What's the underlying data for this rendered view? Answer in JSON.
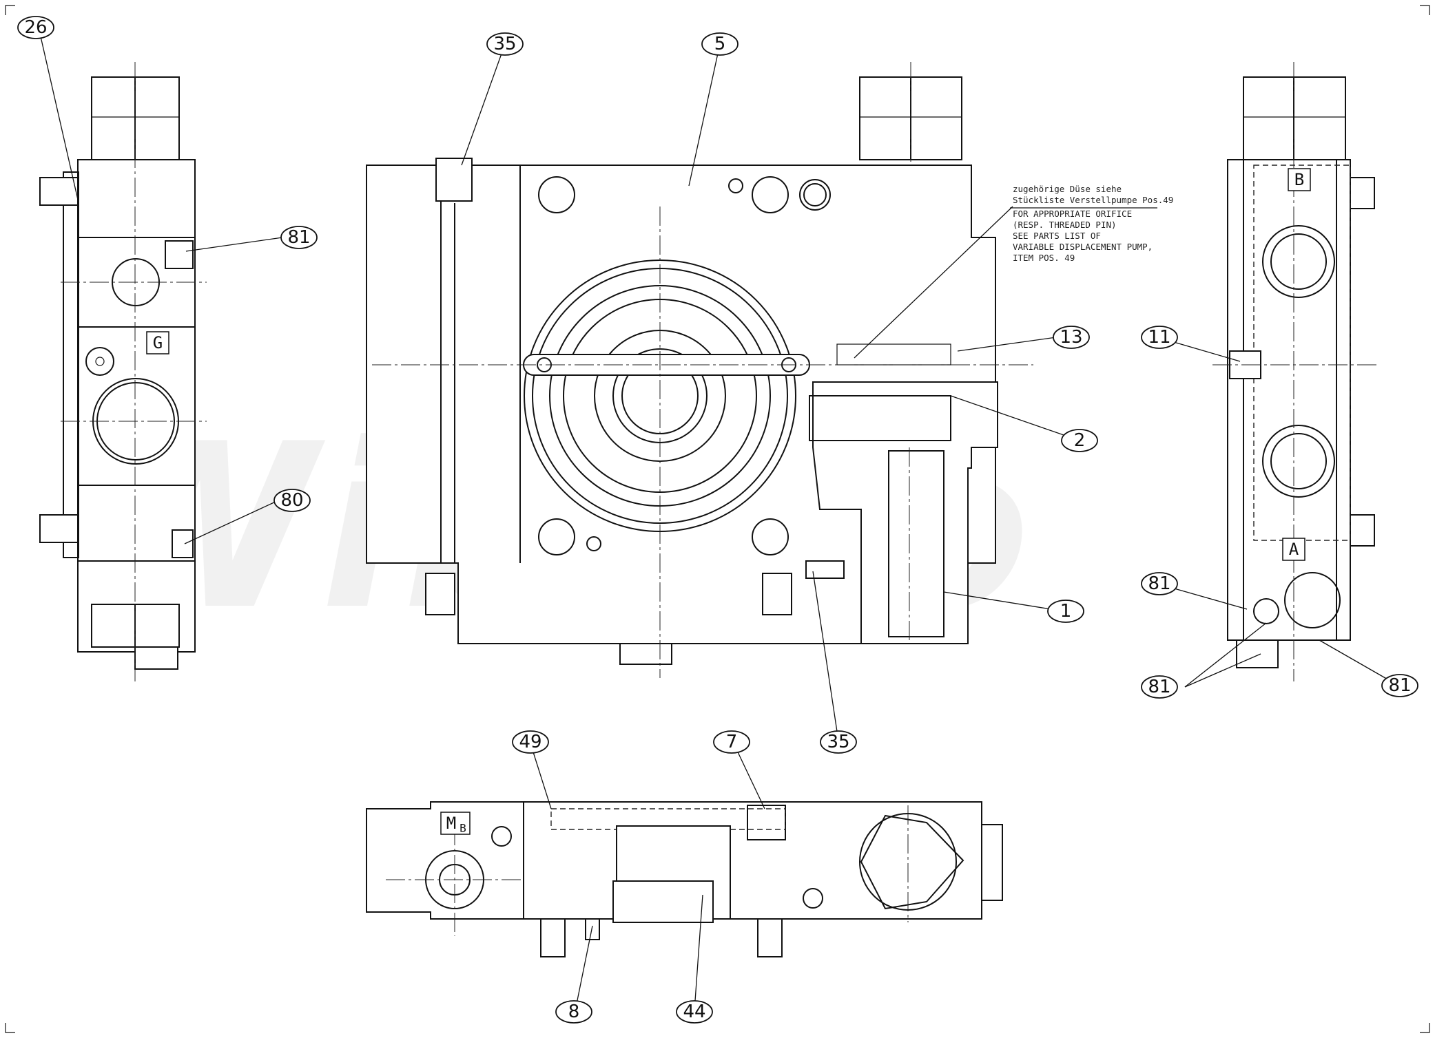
{
  "watermark": "Wibako",
  "note_lines": [
    "zugehörige Düse siehe",
    "Stückliste Verstellpumpe Pos.49",
    "FOR APPROPRIATE ORIFICE",
    "(RESP. THREADED PIN)",
    "SEE PARTS LIST OF",
    "VARIABLE DISPLACEMENT PUMP,",
    "ITEM POS. 49"
  ],
  "ports": {
    "g": "G",
    "b": "B",
    "a": "A",
    "mb_main": "M",
    "mb_sub": "B"
  },
  "callouts": {
    "c26": "26",
    "c81a": "81",
    "c80": "80",
    "c35top": "35",
    "c5": "5",
    "c13": "13",
    "c2": "2",
    "c1": "1",
    "c35bot": "35",
    "c11": "11",
    "c81b": "81",
    "c81c": "81",
    "c81d": "81",
    "c49": "49",
    "c7": "7",
    "c8": "8",
    "c44": "44"
  }
}
